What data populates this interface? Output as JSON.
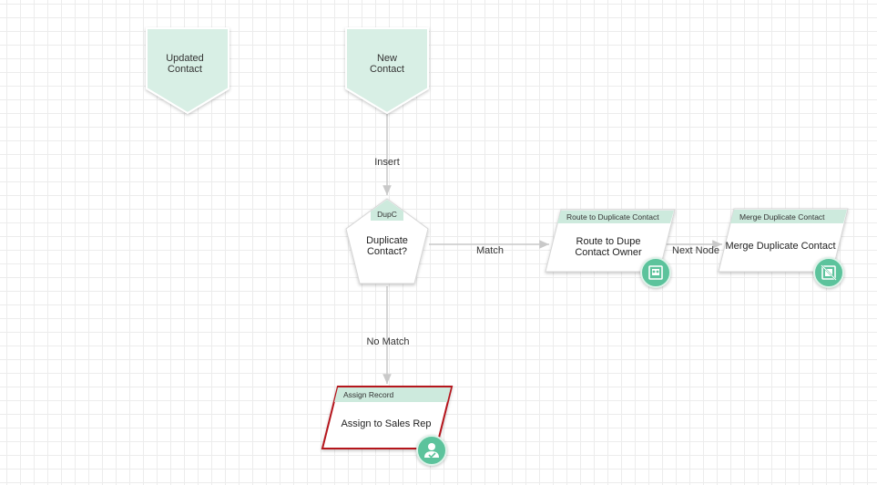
{
  "triggers": {
    "updated": {
      "line1": "Updated",
      "line2": "Contact"
    },
    "new": {
      "line1": "New",
      "line2": "Contact"
    }
  },
  "decision": {
    "header": "DupC",
    "line1": "Duplicate",
    "line2": "Contact?"
  },
  "edges": {
    "insert": "Insert",
    "match": "Match",
    "next_node": "Next Node",
    "no_match": "No Match"
  },
  "nodes": {
    "route": {
      "header": "Route to Duplicate Contact",
      "line1": "Route to Dupe",
      "line2": "Contact Owner",
      "icon": "route-owner-icon"
    },
    "merge": {
      "header": "Merge Duplicate Contact",
      "body": "Merge Duplicate Contact",
      "icon": "merge-icon"
    },
    "assign": {
      "header": "Assign Record",
      "body": "Assign to Sales Rep",
      "icon": "assign-user-icon",
      "selected": true
    }
  },
  "colors": {
    "node_fill": "#d8efe5",
    "header_fill": "#cdeadd",
    "badge": "#5cc39c",
    "edge": "#c9c9c9",
    "selected_border": "#b5121b"
  }
}
